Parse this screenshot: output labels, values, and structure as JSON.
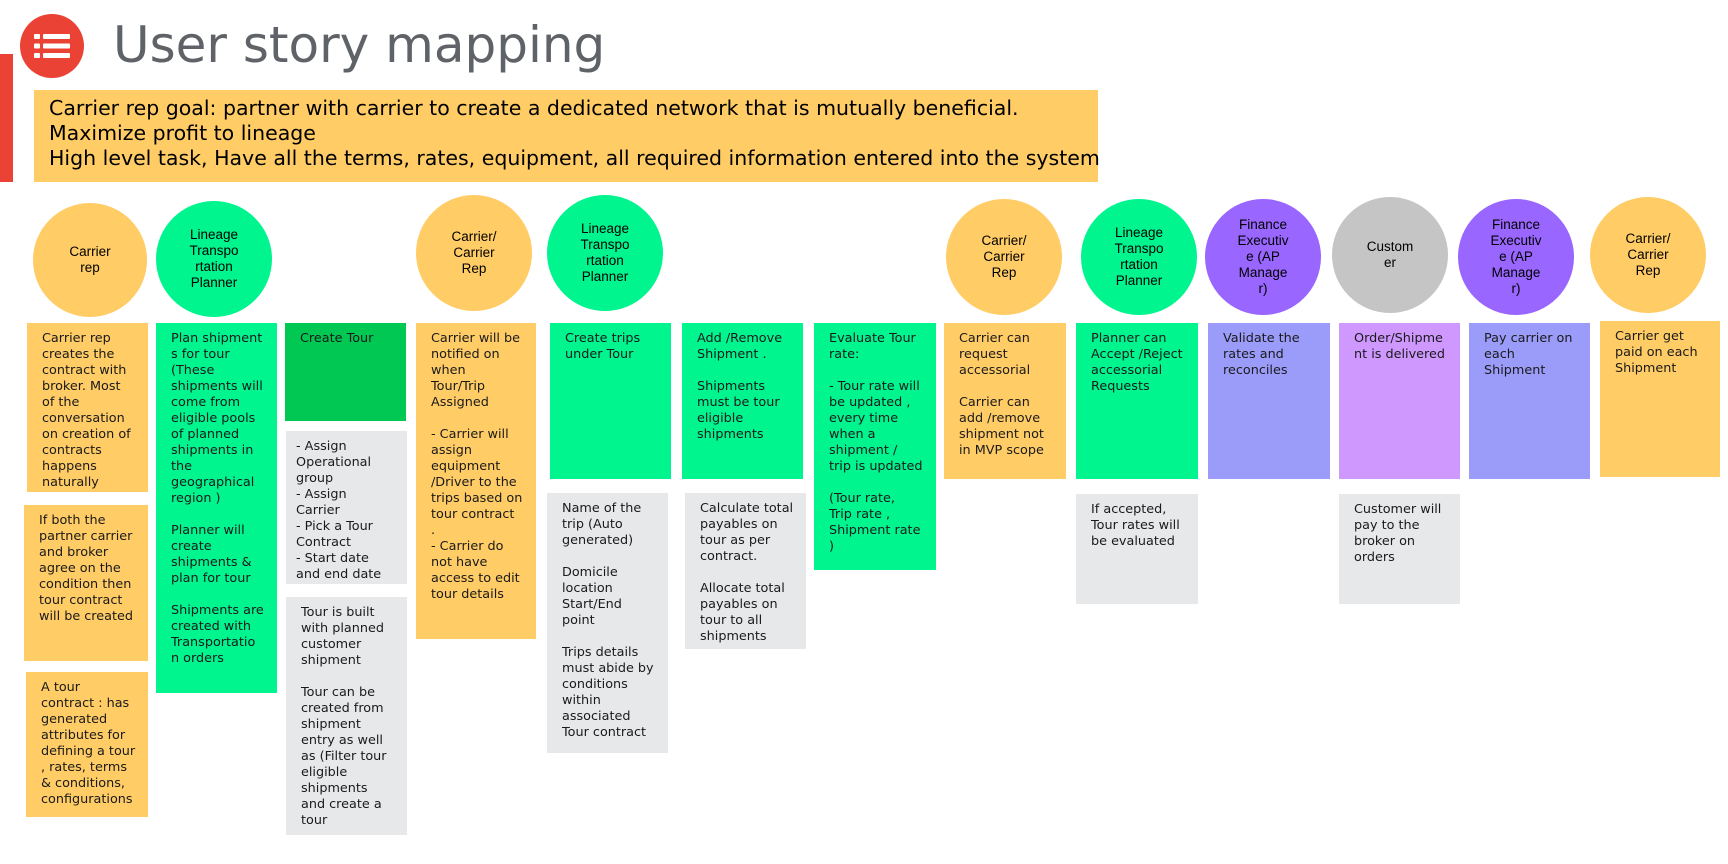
{
  "page": {
    "title": "User story mapping",
    "logo_icon": "list-icon"
  },
  "goal": {
    "lines": [
      "Carrier rep goal: partner with carrier to create a dedicated network that is mutually beneficial.",
      "Maximize profit to lineage",
      "High level task,  Have all  the terms, rates, equipment, all required information entered into the system"
    ]
  },
  "colors": {
    "orange": "#ffcc66",
    "green": "#00f58f",
    "dark_green": "#00c853",
    "gray_note": "#e6e8ea",
    "blue": "#9b9cfa",
    "lilac": "#cf98ff",
    "purple": "#9966ff",
    "silver": "#c5c5c5",
    "red": "#ea4335"
  },
  "actors": [
    "Carrier\nrep",
    "Lineage\nTranspo\nrtation\nPlanner",
    "Carrier/\nCarrier\nRep",
    "Lineage\nTranspo\nrtation\nPlanner",
    "Carrier/\nCarrier\nRep",
    "Lineage\nTranspo\nrtation\nPlanner",
    "Finance\nExecutiv\ne (AP\nManage\nr)",
    "Custom\ner",
    "Finance\nExecutiv\ne (AP\nManage\nr)",
    "Carrier/\nCarrier\nRep"
  ],
  "cards": [
    "Carrier rep\ncreates the\ncontract with\nbroker. Most\nof the\nconversation\non creation of\ncontracts\nhappens\nnaturally",
    "If both the\npartner carrier\nand broker\nagree on the\ncondition then\ntour contract\nwill be created",
    "A tour\ncontract : has\ngenerated\nattributes for\ndefining a tour\n, rates, terms\n& conditions,\nconfigurations",
    "Plan shipment\ns for tour\n(These\nshipments will\ncome from\neligible pools\nof planned\nshipments  in\nthe\ngeographical\nregion )\n\nPlanner will\ncreate\nshipments  &\nplan for tour\n\nShipments are\ncreated with\nTransportatio\nn orders",
    "Create Tour",
    " - Assign\nOperational\ngroup\n - Assign\nCarrier\n - Pick a Tour\nContract\n - Start date\nand end date",
    "Tour is built\nwith planned\ncustomer\nshipment\n\nTour can be\ncreated from\nshipment\nentry as well\nas (Filter tour\neligible\nshipments\nand create a\ntour",
    "Carrier will be\nnotified on\nwhen\nTour/Trip\nAssigned\n\n- Carrier will\nassign\nequipment\n/Driver to the\ntrips based on\ntour contract\n.\n- Carrier do\nnot have\naccess to edit\ntour details",
    "Create trips\nunder Tour",
    "Name of the\ntrip (Auto\ngenerated)\n\nDomicile\nlocation\nStart/End\npoint\n\nTrips details\nmust abide by\nconditions\nwithin\nassociated\nTour contract",
    "Add /Remove\nShipment .\n\nShipments\nmust be tour\neligible\nshipments",
    "Calculate total\npayables on\ntour as per\ncontract.\n\nAllocate total\npayables on\ntour to all\nshipments",
    "Evaluate Tour\nrate:\n\n- Tour rate will\nbe updated ,\nevery time\nwhen a\nshipment /\ntrip is updated\n\n(Tour rate,\nTrip rate ,\nShipment rate\n)",
    "Carrier can\nrequest\naccessorial\n\nCarrier can\nadd /remove\nshipment not\nin MVP scope",
    "Planner can\nAccept /Reject\naccessorial\nRequests",
    "If accepted,\nTour rates will\nbe evaluated",
    "Validate the\nrates and\nreconciles",
    "Order/Shipme\nnt is delivered",
    "Customer will\npay to the\nbroker on\norders",
    "Pay carrier on\neach\nShipment",
    "Carrier get\npaid on each\nShipment"
  ]
}
